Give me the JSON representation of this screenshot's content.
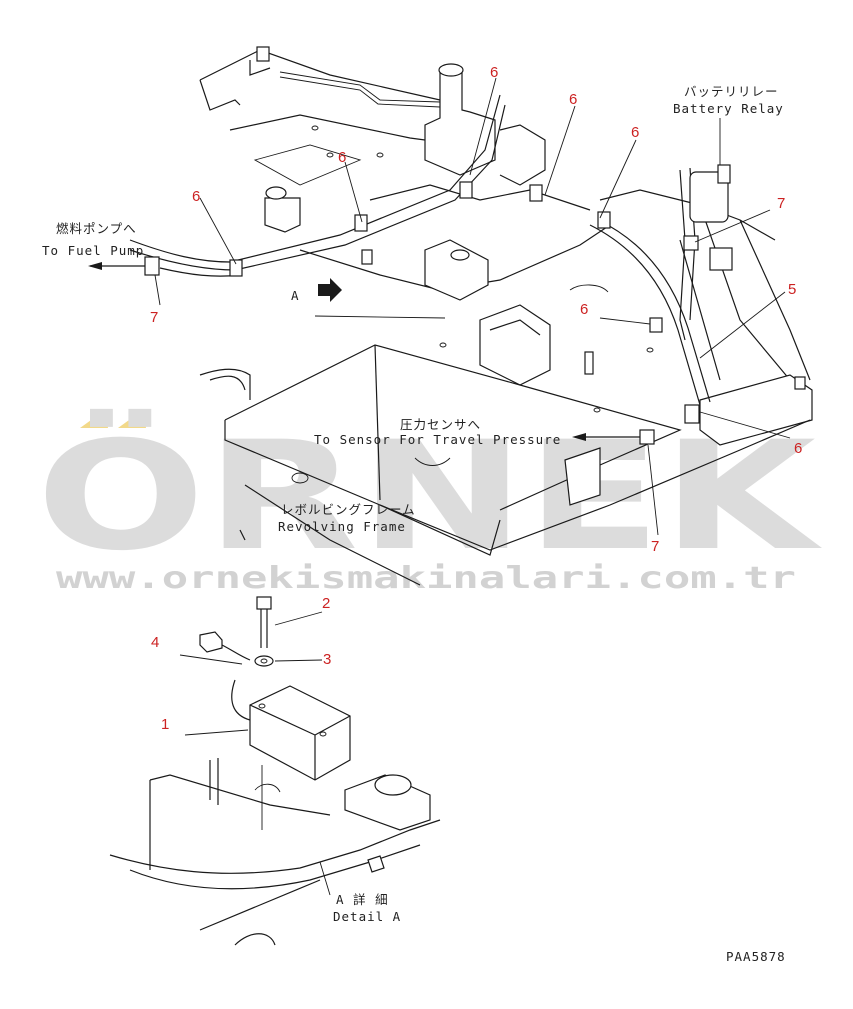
{
  "callouts": {
    "c6a": "6",
    "c6b": "6",
    "c6c": "6",
    "c6d": "6",
    "c6e": "6",
    "c6f": "6",
    "c6g": "6",
    "c7a": "7",
    "c7b": "7",
    "c7c": "7",
    "c5": "5",
    "c1": "1",
    "c2": "2",
    "c3": "3",
    "c4": "4"
  },
  "notes": {
    "battery_relay_jp": "バッテリリレー",
    "battery_relay_en": "Battery Relay",
    "fuel_pump_jp": "燃料ポンプへ",
    "fuel_pump_en": "To Fuel Pump",
    "sensor_jp": "圧力センサへ",
    "sensor_en": "To Sensor For Travel Pressure",
    "revolving_frame_jp": "レボルビングフレーム",
    "revolving_frame_en": "Revolving Frame",
    "view_arrow": "A",
    "detail_jp": "A 詳 細",
    "detail_en": "Detail A",
    "drawing_code": "PAA5878"
  },
  "watermark": {
    "brand": "ÖRNEK",
    "url": "www.ornekismakinalari.com.tr"
  },
  "colors": {
    "callout": "#cc2222",
    "line": "#1a1a1a",
    "watermark": "#dcdcdc",
    "watermark_accent": "#f2d98a"
  }
}
